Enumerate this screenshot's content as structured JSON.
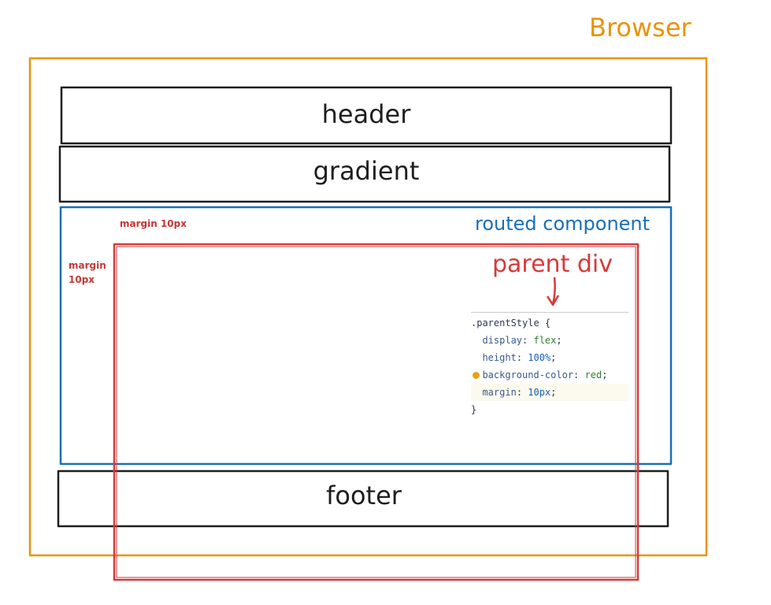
{
  "labels": {
    "browser": "Browser",
    "header": "header",
    "gradient": "gradient",
    "routed_component": "routed component",
    "parent_div": "parent div",
    "margin_top": "margin 10px",
    "margin_left_1": "margin",
    "margin_left_2": "10px",
    "footer": "footer"
  },
  "code": {
    "selector": ".parentStyle {",
    "lines": [
      {
        "prop": "display",
        "value": "flex"
      },
      {
        "prop": "height",
        "value": "100%"
      },
      {
        "prop": "background-color",
        "value": "red"
      },
      {
        "prop": "margin",
        "value": "10px"
      }
    ],
    "close": "}"
  },
  "colors": {
    "browser": "#e8940a",
    "routed": "#1a6fb5",
    "parent": "#d63a3a",
    "box": "#1e1e1e"
  }
}
